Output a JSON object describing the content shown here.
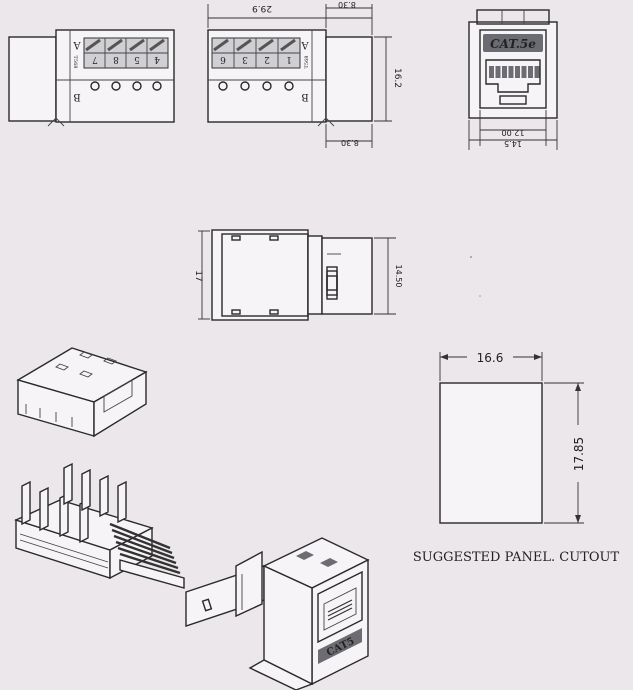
{
  "side_view_left": {
    "pin_labels": [
      "7",
      "8",
      "5",
      "4"
    ],
    "row_a": "A",
    "row_b": "B",
    "standard": "T568"
  },
  "side_view_right": {
    "pin_labels": [
      "6",
      "3",
      "2",
      "1"
    ],
    "row_a": "A",
    "row_b": "B",
    "standard": "T568",
    "dim_top_length": "29.9",
    "dim_top_offset": "8.30",
    "dim_height": "16.2",
    "dim_bottom_offset": "8.30"
  },
  "front_view": {
    "badge": "CAT.5e",
    "dim_inner_width": "12.00",
    "dim_outer_width": "14.5"
  },
  "top_view": {
    "dim_left": "17",
    "dim_right": "14.50"
  },
  "cutout": {
    "width": "16.6",
    "height": "17.85",
    "caption": "SUGGESTED PANEL. CUTOUT"
  },
  "module_badge": "CAT5"
}
